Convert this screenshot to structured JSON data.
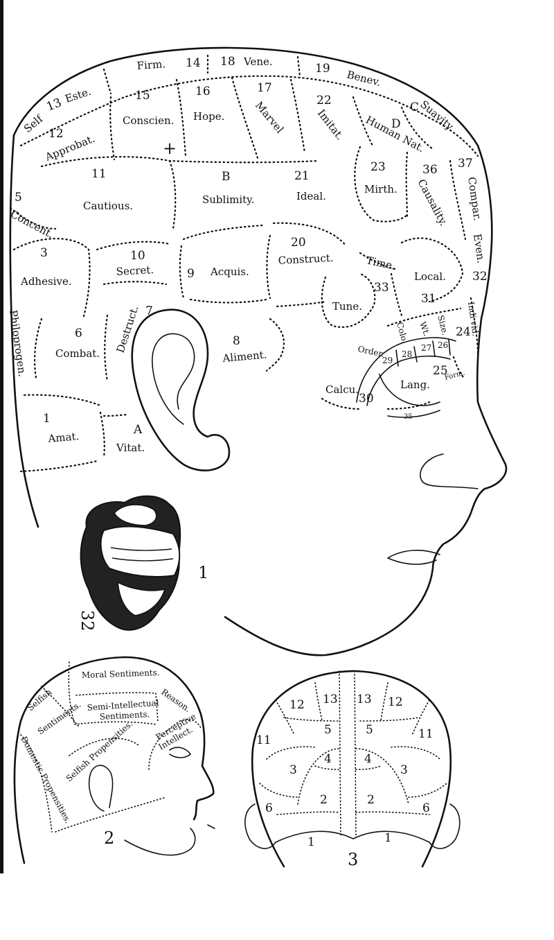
{
  "figure1": {
    "number": "1",
    "regions": {
      "r_firm": "Firm.",
      "r_14": "14",
      "r_18": "18",
      "r_vene": "Vene.",
      "r_19": "19",
      "r_benev": "Benev.",
      "r_self": "Self",
      "r_13": "13",
      "r_este": "Este.",
      "r_12": "12",
      "r_approbat": "Approbat.",
      "r_15": "15",
      "r_conscien": "Conscien.",
      "r_16": "16",
      "r_hope": "Hope.",
      "r_17": "17",
      "r_marvel": "Marvel",
      "r_22": "22",
      "r_imitat": "Imitat.",
      "r_c": "C",
      "r_suavity": "Suavity.",
      "r_d": "D",
      "r_human_nat": "Human Nat.",
      "r_cross": "+",
      "r_11": "11",
      "r_cautious": "Cautious.",
      "r_b": "B",
      "r_sublimity": "Sublimity.",
      "r_21": "21",
      "r_ideal": "Ideal.",
      "r_23": "23",
      "r_mirth": "Mirth.",
      "r_36": "36",
      "r_causality": "Causality.",
      "r_37": "37",
      "r_compar": "Compar.",
      "r_5": "5",
      "r_concent": "Concent.",
      "r_3": "3",
      "r_adhesive": "Adhesive.",
      "r_10": "10",
      "r_secret": "Secret.",
      "r_9": "9",
      "r_acquis": "Acquis.",
      "r_20": "20",
      "r_construct": "Construct.",
      "r_time": "Time.",
      "r_local": "Local.",
      "r_even": "Even.",
      "r_32": "32",
      "r_33": "33",
      "r_tune": "Tune.",
      "r_31": "31",
      "r_philoprogen": "Philoprogen.",
      "r_7": "7",
      "r_6": "6",
      "r_combat": "Combat.",
      "r_destruct": "Destruct.",
      "r_8": "8",
      "r_aliment": "Aliment.",
      "r_colo": "Colo.",
      "r_wt": "Wt.",
      "r_size": "Size.",
      "r_24": "24",
      "r_indi_vid": "Indi vid.",
      "r_order": "Order.",
      "r_29": "29",
      "r_28": "28",
      "r_27": "27",
      "r_26": "26",
      "r_25": "25",
      "r_form": "Form.",
      "r_calcu": "Calcu.",
      "r_30": "30",
      "r_lang": "Lang.",
      "r_35": "35",
      "r_1": "1",
      "r_amat": "Amat.",
      "r_a": "A",
      "r_vitat": "Vitat."
    },
    "skull_label": "32"
  },
  "figure2": {
    "number": "2",
    "labels": {
      "moral": "Moral Sentiments.",
      "reason": "Reason.",
      "selfish": "Selfish",
      "sentiments": "Sentiments.",
      "semi1": "Semi-Intellectual",
      "semi2": "Sentiments.",
      "perceptive": "Perceptive",
      "intellect": "Intellect.",
      "propensities": "Selfish Propensities.",
      "domestic": "Domestic Propensities."
    }
  },
  "figure3": {
    "number": "3",
    "labels": {
      "l12": "12",
      "l13a": "13",
      "l13b": "13",
      "r12": "12",
      "l11": "11",
      "l5": "5",
      "r5": "5",
      "r11": "11",
      "l3": "3",
      "l4": "4",
      "r4": "4",
      "r3": "3",
      "l6": "6",
      "l2": "2",
      "r2": "2",
      "r6": "6",
      "l1": "1",
      "r1": "1"
    }
  }
}
